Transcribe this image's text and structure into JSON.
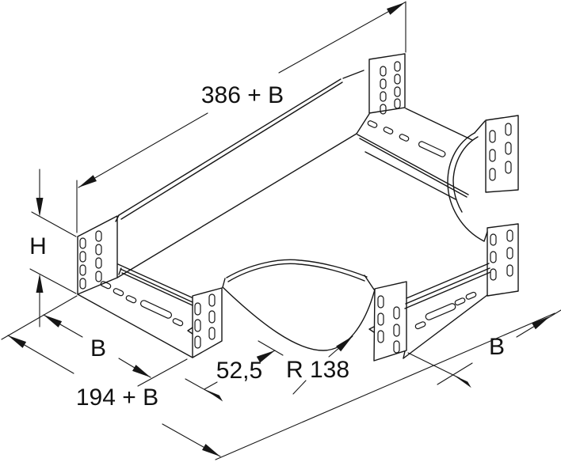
{
  "drawing": {
    "type": "technical-dimension-drawing",
    "subject": "cable-tray-tee-piece-isometric",
    "colors": {
      "line": "#161616",
      "background": "#ffffff"
    },
    "labels": {
      "main_length": "386 + B",
      "height": "H",
      "width_left": "B",
      "front_depth": "194 + B",
      "branch_offset": "52,5",
      "fillet_radius": "R 138",
      "width_right": "B"
    }
  }
}
